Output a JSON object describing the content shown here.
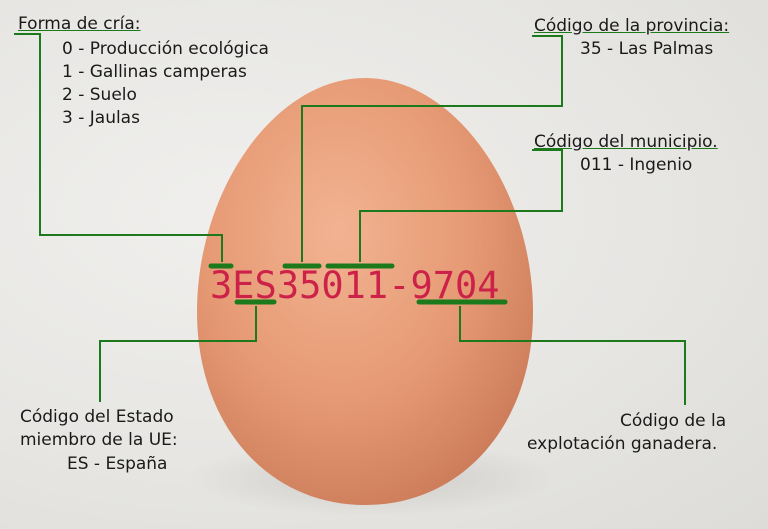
{
  "egg_code": "3ES35011-9704",
  "farming_method": {
    "title": "Forma de cría:",
    "items": [
      "0 - Producción ecológica",
      "1 - Gallinas camperas",
      "2 - Suelo",
      "3 - Jaulas"
    ]
  },
  "province": {
    "title": "Código de la provincia:",
    "value": "35 - Las Palmas"
  },
  "municipality": {
    "title": "Código del municipio.",
    "value": "011 - Ingenio"
  },
  "eu_state": {
    "title_line1": "Código del Estado",
    "title_line2": "miembro de la UE:",
    "value": "ES - España"
  },
  "farm": {
    "title_line1": "Código de la",
    "title_line2": "explotación ganadera."
  },
  "colors": {
    "code_text": "#cc2249",
    "connector_line": "#1c7a1c",
    "highlight_bar": "#1c7a1c",
    "egg_shell": "#e39a75"
  }
}
